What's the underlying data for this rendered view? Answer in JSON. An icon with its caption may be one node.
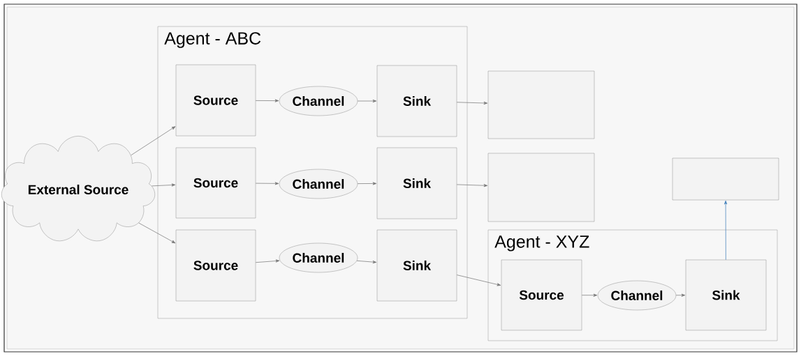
{
  "diagram": {
    "nodes": [
      {
        "text": [
          "External Source"
        ]
      },
      {
        "text": [
          "Agent - ABC"
        ]
      },
      {
        "text": [
          "Source"
        ],
        "in": 1
      },
      {
        "text": [
          "Channel"
        ],
        "in": 1
      },
      {
        "text": [
          "Sink"
        ],
        "in": 1
      },
      {
        "text": [
          "Source"
        ],
        "in": 1
      },
      {
        "text": [
          "Channel"
        ],
        "in": 1
      },
      {
        "text": [
          "Sink"
        ],
        "in": 1
      },
      {
        "text": [
          "Source"
        ],
        "in": 1
      },
      {
        "text": [
          "Channel"
        ],
        "in": 1
      },
      {
        "text": [
          "Sink"
        ],
        "in": 1
      },
      {
        "text": [],
        "shape": "box"
      },
      {
        "text": [],
        "shape": "box"
      },
      {
        "text": [],
        "shape": "box"
      },
      {
        "text": [
          "Agent - XYZ"
        ]
      },
      {
        "text": [
          "Source"
        ],
        "in": 14
      },
      {
        "text": [
          "Channel"
        ],
        "in": 14
      },
      {
        "text": [
          "Sink"
        ],
        "in": 14
      }
    ],
    "edges": [
      {
        "from": 0,
        "to": 2,
        "arrow": "to"
      },
      {
        "from": 0,
        "to": 5,
        "arrow": "to"
      },
      {
        "from": 0,
        "to": 8,
        "arrow": "to"
      },
      {
        "from": 2,
        "to": 3,
        "arrow": "to"
      },
      {
        "from": 3,
        "to": 4,
        "arrow": "to"
      },
      {
        "from": 4,
        "to": 11,
        "arrow": "to"
      },
      {
        "from": 5,
        "to": 6,
        "arrow": "to"
      },
      {
        "from": 6,
        "to": 7,
        "arrow": "to"
      },
      {
        "from": 7,
        "to": 12,
        "arrow": "to"
      },
      {
        "from": 8,
        "to": 9,
        "arrow": "to"
      },
      {
        "from": 9,
        "to": 10,
        "arrow": "to"
      },
      {
        "from": 10,
        "to": 15,
        "arrow": "to"
      },
      {
        "from": 15,
        "to": 16,
        "arrow": "to"
      },
      {
        "from": 16,
        "to": 17,
        "arrow": "to"
      },
      {
        "from": 17,
        "to": 13,
        "arrow": "to",
        "color": "#3a7ab8"
      }
    ]
  }
}
